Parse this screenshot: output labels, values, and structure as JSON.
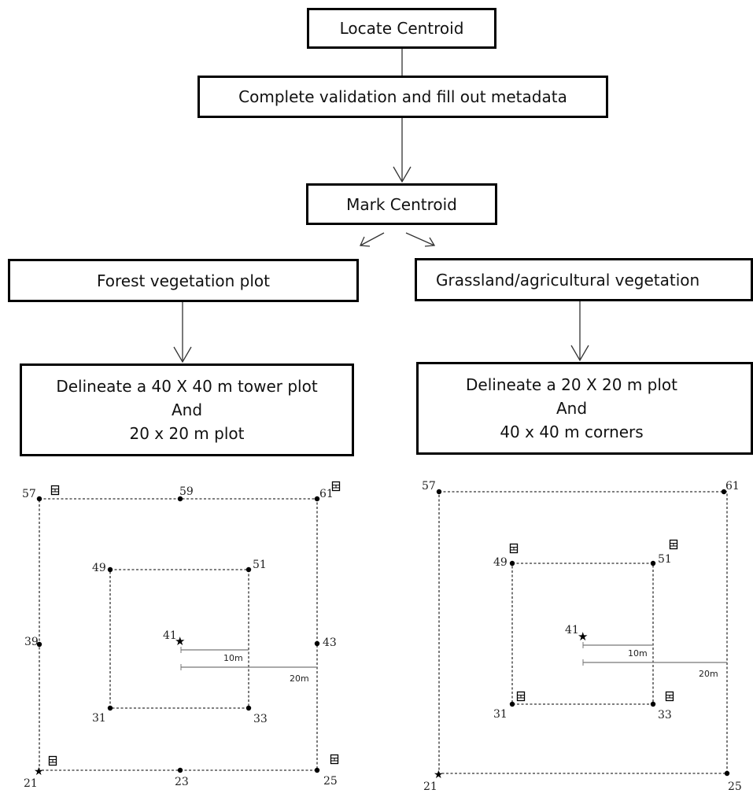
{
  "flow": {
    "locate": "Locate Centroid",
    "validate": "Complete validation and  fill out metadata",
    "mark": "Mark Centroid",
    "forest_plot": "Forest vegetation plot",
    "grass_plot": "Grassland/agricultural vegetation",
    "forest_delineate": [
      "Delineate a 40 X 40 m tower plot",
      "And",
      "20 x 20 m plot"
    ],
    "grass_delineate": [
      "Delineate a 20 X 20 m plot",
      "And",
      "40 x 40 m corners"
    ]
  },
  "diagram_left": {
    "points": {
      "p57": "57",
      "p59": "59",
      "p61": "61",
      "p49": "49",
      "p51": "51",
      "p39": "39",
      "p41": "41",
      "p43": "43",
      "p31": "31",
      "p33": "33",
      "p21": "21",
      "p23": "23",
      "p25": "25"
    },
    "dist_10": "10m",
    "dist_20": "20m"
  },
  "diagram_right": {
    "points": {
      "p57": "57",
      "p61": "61",
      "p49": "49",
      "p51": "51",
      "p41": "41",
      "p31": "31",
      "p33": "33",
      "p21": "21",
      "p25": "25"
    },
    "dist_10": "10m",
    "dist_20": "20m"
  }
}
